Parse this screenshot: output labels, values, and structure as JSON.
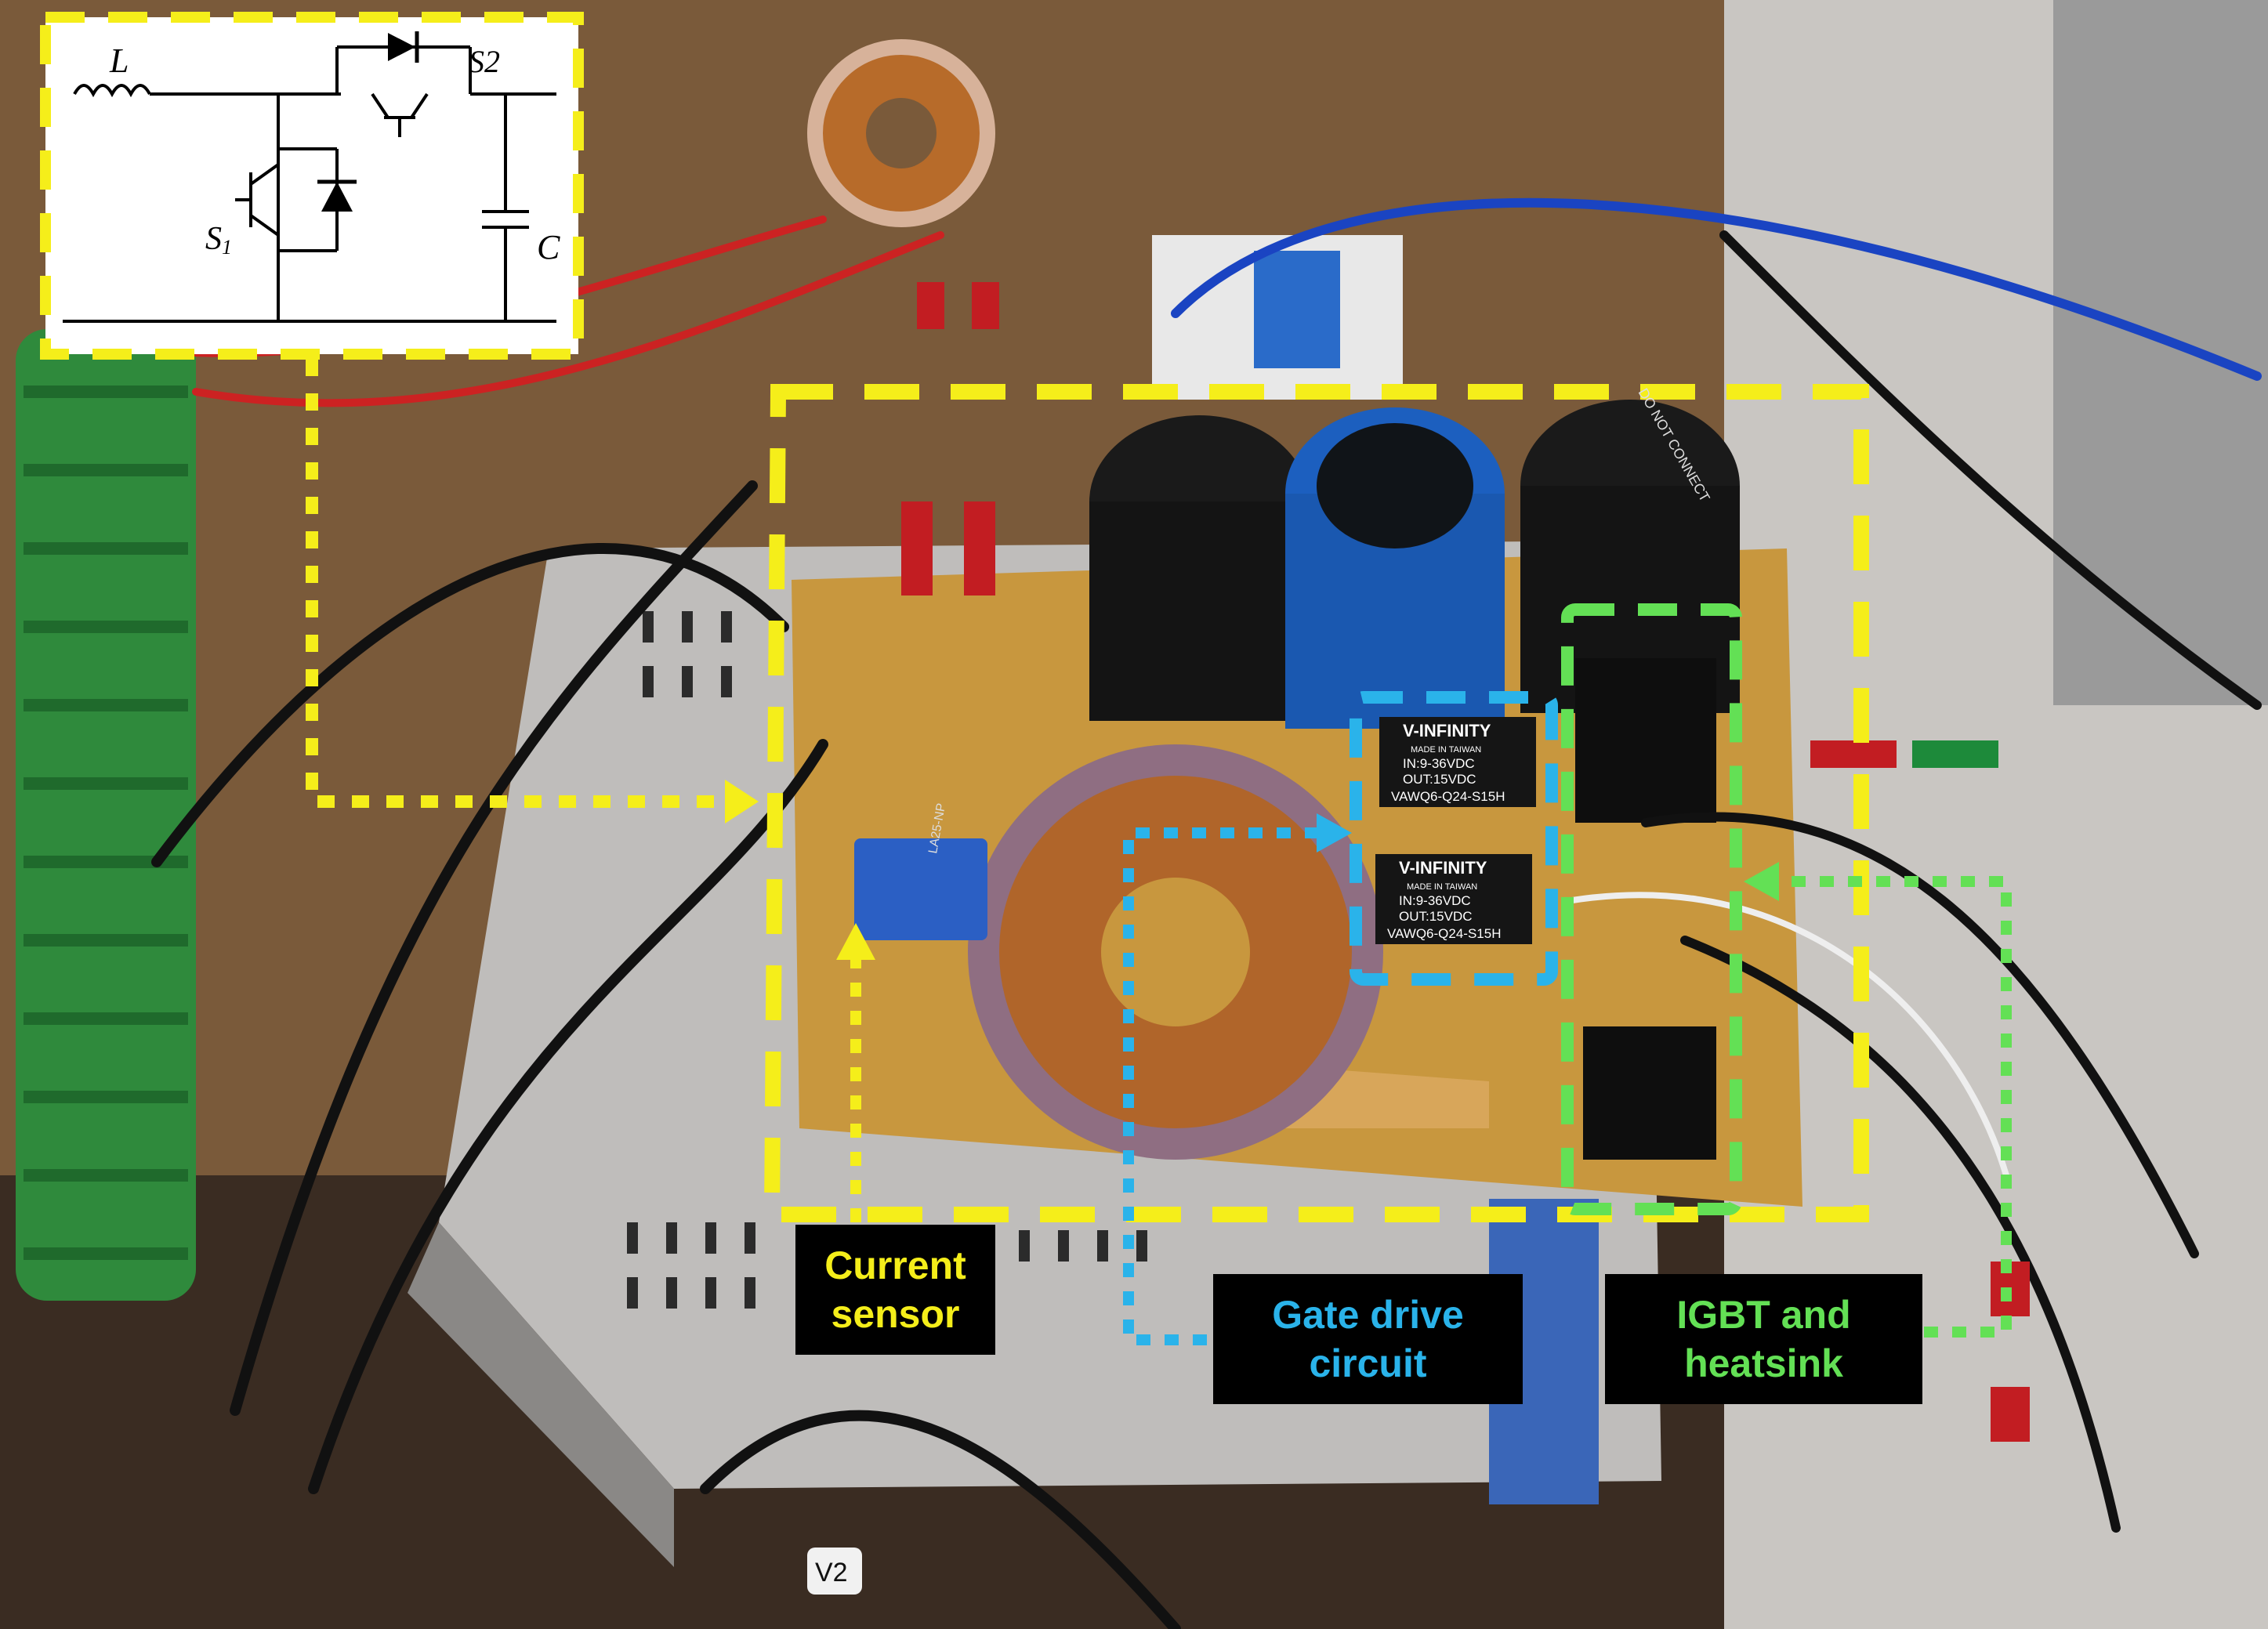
{
  "schematic": {
    "labels": {
      "inductor": "L",
      "switch1": "S",
      "switch1_sub": "1",
      "switch2": "S2",
      "capacitor": "C"
    }
  },
  "annotations": {
    "current_sensor": {
      "line1": "Current",
      "line2": "sensor",
      "color": "#f5ee1a"
    },
    "gate_drive": {
      "line1": "Gate drive",
      "line2": "circuit",
      "color": "#2ab3ea"
    },
    "igbt": {
      "line1": "IGBT and",
      "line2": "heatsink",
      "color": "#63e055"
    }
  },
  "parts": {
    "gate_driver_module": {
      "brand": "V-INFINITY",
      "made_in": "MADE IN TAIWAN",
      "input": "IN:9-36VDC",
      "output": "OUT:15VDC",
      "model": "VAWQ6-Q24-S15H"
    },
    "current_sensor_part": "LA25-NP",
    "capacitor_warning": "DO NOT CONNECT",
    "cable_tag": "V2"
  },
  "colors": {
    "highlight_yellow": "#f5ee1a",
    "highlight_blue": "#2ab3ea",
    "highlight_green": "#63e055"
  }
}
